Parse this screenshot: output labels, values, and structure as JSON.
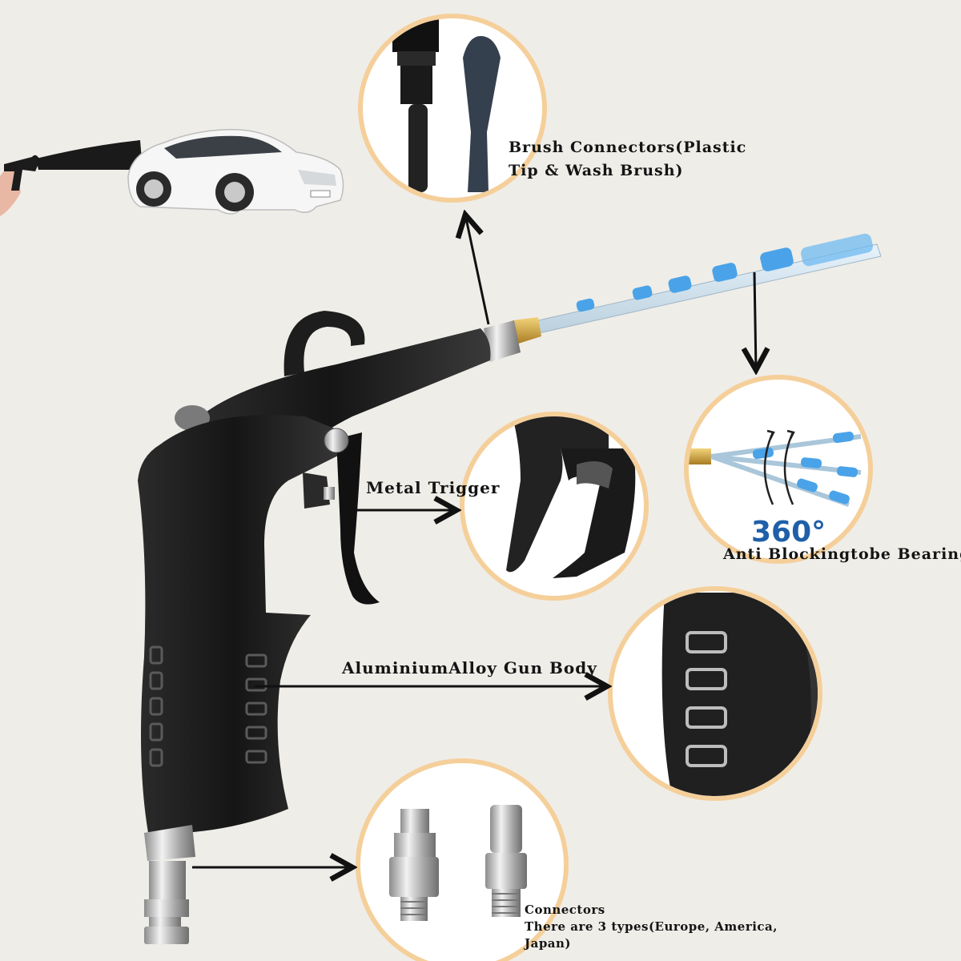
{
  "labels": {
    "brush_line1": "Brush Connectors(Plastic",
    "brush_line2": "Tip & Wash Brush)",
    "trigger": "Metal Trigger",
    "body": "AluminiumAlloy Gun Body",
    "bearing": "Anti Blockingtobe Bearing",
    "bearing_degree": "360°",
    "connectors_title": "Connectors",
    "connectors_line1": "There are 3 types(Europe, America,",
    "connectors_line2": "Japan)"
  },
  "colors": {
    "background": "#efede8",
    "circle_ring": "#f5cf9a",
    "gun_body": "#1e1e1e",
    "tube_blue": "#4aa3e8",
    "degree_text": "#1f5fa8"
  },
  "icons": [
    "car-icon",
    "brush-tip-icon",
    "plastic-tip-icon",
    "air-gun-icon",
    "rotation-icon",
    "quick-connector-icon"
  ]
}
